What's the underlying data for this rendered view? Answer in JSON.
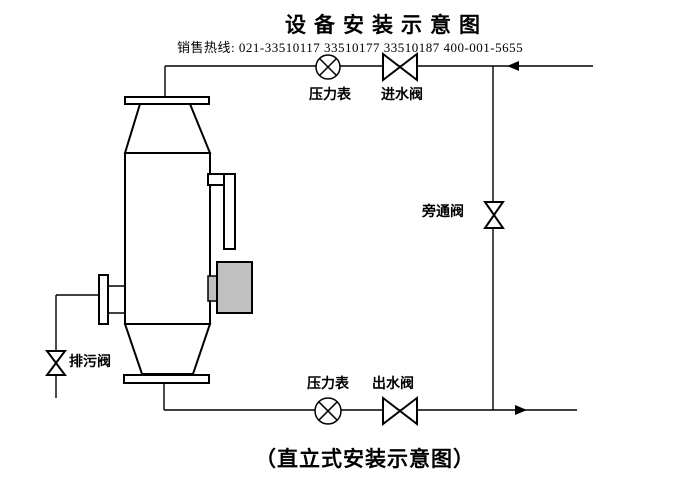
{
  "header": {
    "title": "设备安装示意图",
    "hotline": "销售热线: 021-33510117 33510177 33510187 400-001-5655"
  },
  "diagram": {
    "type": "piping-installation-schematic",
    "labels": {
      "pressure_gauge_top": "压力表",
      "inlet_valve": "进水阀",
      "bypass_valve": "旁通阀",
      "drain_valve": "排污阀",
      "pressure_gauge_bottom": "压力表",
      "outlet_valve": "出水阀"
    },
    "components": [
      "vertical-vessel-with-top-and-bottom-flanges",
      "side-nozzle-flange-left",
      "level-gauge-pipe-right",
      "motor-control-box-right",
      "pressure-gauge-top-pipe",
      "inlet-valve-top-pipe",
      "bypass-valve-vertical-line",
      "outlet-valve-bottom-pipe",
      "pressure-gauge-bottom-pipe",
      "drain-valve-bottom-left"
    ],
    "flow": {
      "inlet": "arrow-left-on-top-pipe",
      "outlet": "arrow-right-on-bottom-pipe"
    },
    "colors": {
      "line": "#000000",
      "motor_fill": "#c0c0c0",
      "background": "#ffffff"
    }
  },
  "footer": {
    "caption": "（直立式安装示意图）"
  }
}
